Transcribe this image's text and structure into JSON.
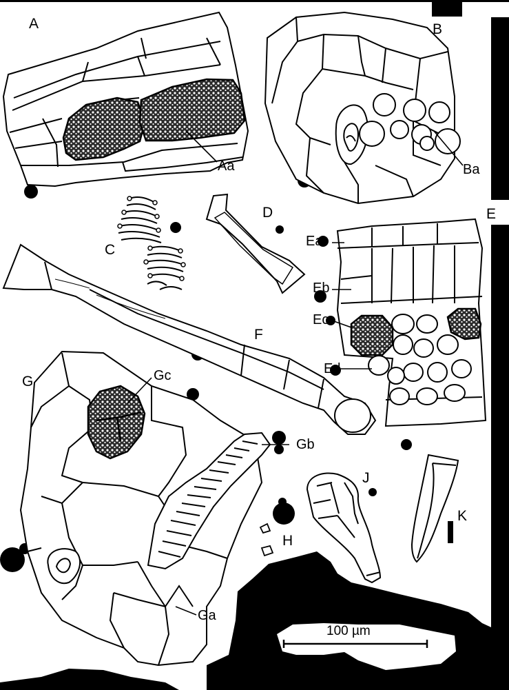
{
  "figure": {
    "panel_labels": {
      "A": "A",
      "B": "B",
      "C": "C",
      "D": "D",
      "E": "E",
      "F": "F",
      "G": "G",
      "H": "H",
      "J": "J",
      "K": "K"
    },
    "part_labels": {
      "Aa": "Aa",
      "Ba": "Ba",
      "Ea": "Ea",
      "Eb": "Eb",
      "Ec": "Ec",
      "Ed": "Ed",
      "Ga": "Ga",
      "Gb": "Gb",
      "Gc": "Gc"
    },
    "scale_bar": {
      "label": "100 µm"
    }
  }
}
